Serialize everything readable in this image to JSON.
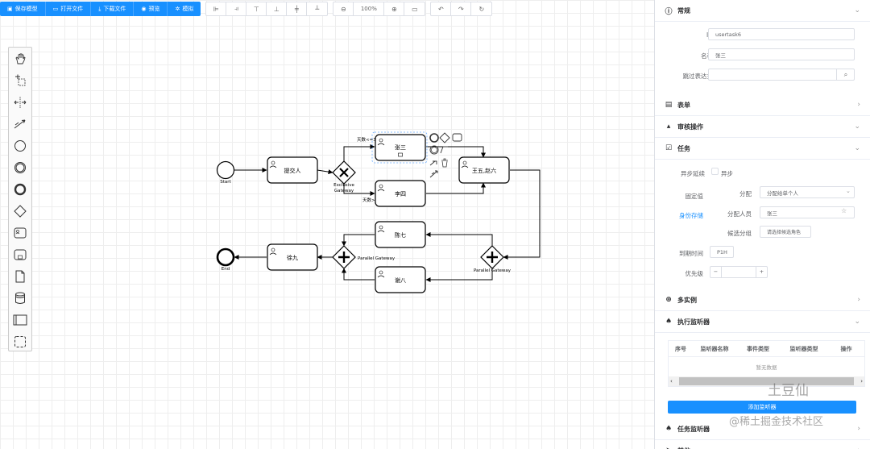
{
  "toolbar": {
    "save": "保存模型",
    "open": "打开文件",
    "download": "下载文件",
    "preview": "预览",
    "simulate": "模拟",
    "zoom": "100%"
  },
  "diagram": {
    "start": "Start",
    "end": "End",
    "submit": "提交人",
    "zhangsan": "张三",
    "lisi": "李四",
    "wangwu": "王五,赵六",
    "chenqi": "陈七",
    "xieba": "谢八",
    "xujiu": "徐九",
    "exclusive_1": "Exclusive",
    "exclusive_2": "Gateway",
    "parallel_left": "Parallel Gateway",
    "parallel_right": "Parallel Gateway",
    "cond_top": "天数<=3",
    "cond_bottom": "天数>3"
  },
  "panel": {
    "general": {
      "title": "常规",
      "id_label": "ID",
      "id_value": "usertask6",
      "name_label": "名称",
      "name_value": "张三",
      "skip_label": "跳过表达式"
    },
    "form": {
      "title": "表单"
    },
    "audit": {
      "title": "审核操作"
    },
    "task": {
      "title": "任务",
      "async_label": "异步延续",
      "async_option": "异步",
      "fixed_value": "固定值",
      "identity_store": "身份存储",
      "assign_label": "分配",
      "assign_value": "分配给单个人",
      "assignee_label": "分配人员",
      "assignee_value": "张三",
      "candidate_label": "候选分组",
      "candidate_button": "请选择候选角色",
      "due_label": "到期时间",
      "due_value": "P1H",
      "priority_label": "优先级",
      "priority_minus": "−",
      "priority_plus": "+"
    },
    "multi": {
      "title": "多实例"
    },
    "exec_listener": {
      "title": "执行监听器",
      "columns": [
        "序号",
        "监听器名称",
        "事件类型",
        "监听器类型",
        "操作"
      ],
      "empty": "暂无数据",
      "add_button": "添加监听器"
    },
    "task_listener": {
      "title": "任务监听器"
    },
    "other": {
      "title": "其他"
    }
  },
  "watermark": {
    "brand": "土豆仙",
    "community": "@稀土掘金技术社区"
  },
  "colors": {
    "accent": "#1890ff",
    "border": "#dcdfe6"
  }
}
